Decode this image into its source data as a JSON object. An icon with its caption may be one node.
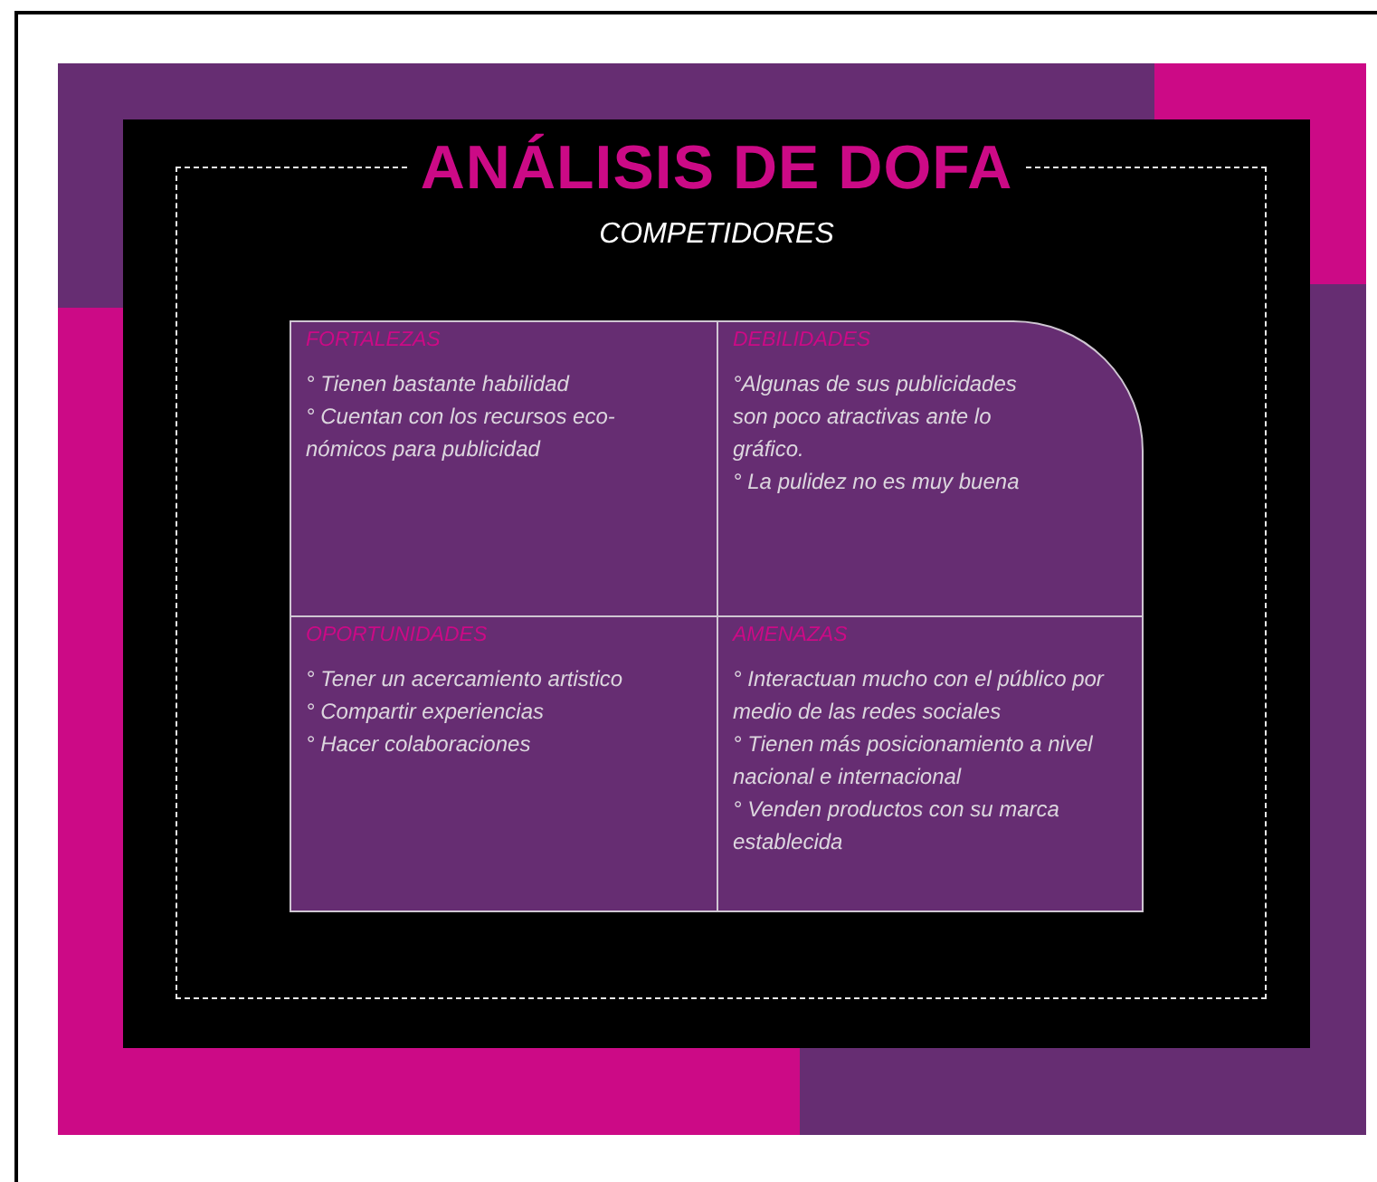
{
  "diagram": {
    "title": "ANÁLISIS DE DOFA",
    "nodes": [
      {
        "text": [
          "FORTALEZAS",
          "° Tienen bastante habilidad",
          "° Cuentan con los recursos eco- nómicos para publicidad"
        ]
      },
      {
        "text": [
          "DEBILIDADES",
          "°Algunas de sus publicidades son poco atractivas ante lo gráfico.",
          "° La pulidez no es muy buena"
        ]
      },
      {
        "text": [
          "OPORTUNIDADES",
          "° Tener un acercamiento artistico",
          "° Compartir experiencias",
          "° Hacer colaboraciones"
        ]
      },
      {
        "text": [
          "AMENAZAS",
          "° Interactuan mucho con el público por medio de las redes sociales",
          "° Tienen más posicionamiento a nivel nacional e internacional",
          "° Venden productos con su marca establecida"
        ]
      }
    ],
    "labels": [
      "COMPETIDORES"
    ]
  }
}
